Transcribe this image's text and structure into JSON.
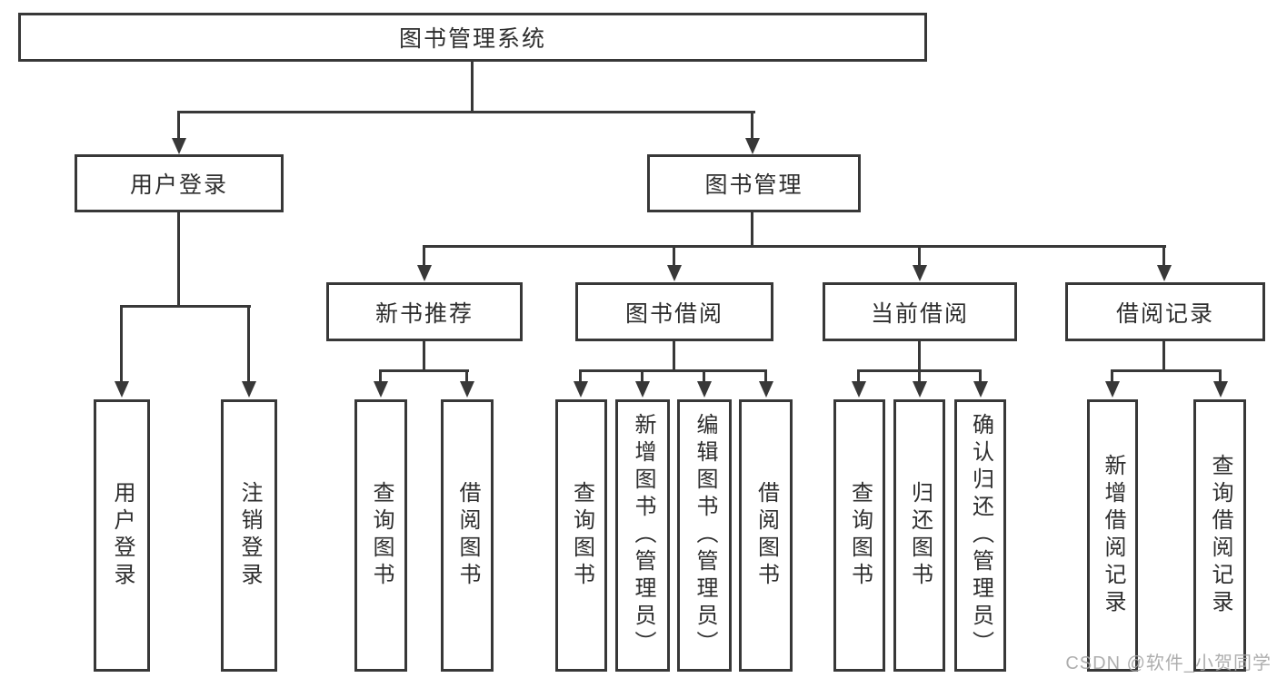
{
  "diagram": {
    "title": "图书管理系统",
    "line_color": "#383838",
    "level2": [
      {
        "label": "用户登录"
      },
      {
        "label": "图书管理"
      }
    ],
    "level3": [
      {
        "label": "新书推荐"
      },
      {
        "label": "图书借阅"
      },
      {
        "label": "当前借阅"
      },
      {
        "label": "借阅记录"
      }
    ],
    "leaves": {
      "user": [
        "用户登录",
        "注销登录"
      ],
      "recommend": [
        "查询图书",
        "借阅图书"
      ],
      "borrow": [
        "查询图书",
        "新增图书（管理员）",
        "编辑图书（管理员）",
        "借阅图书"
      ],
      "current": [
        "查询图书",
        "归还图书",
        "确认归还（管理员）"
      ],
      "records": [
        "新增借阅记录",
        "查询借阅记录"
      ]
    }
  },
  "watermark": {
    "text": "CSDN @软件_小贺同学"
  }
}
